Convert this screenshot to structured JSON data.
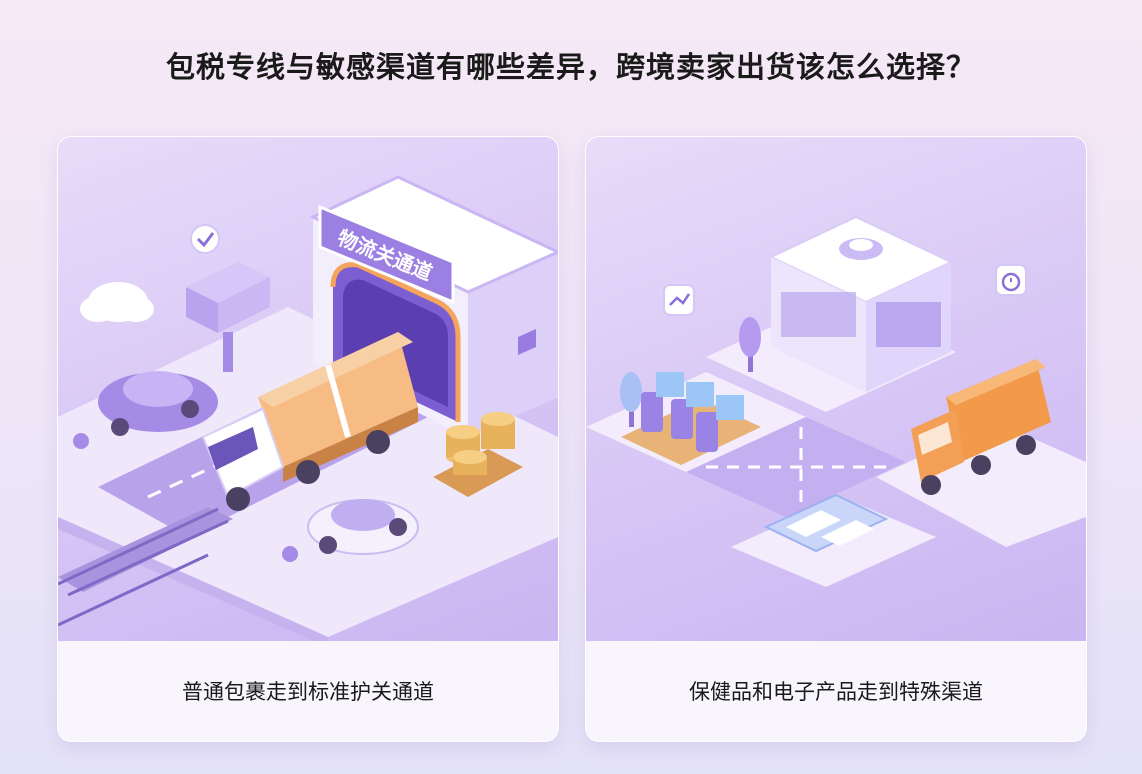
{
  "page": {
    "title": "包税专线与敏感渠道有哪些差异，跨境卖家出货该怎么选择？"
  },
  "left_card": {
    "sign_text": "物流关通道",
    "caption": "普通包裹走到标准护关通道"
  },
  "right_card": {
    "caption": "保健品和电子产品走到特殊渠道"
  },
  "colors": {
    "lavender": "#c9b3f4",
    "purple": "#9a7ce0",
    "orange_box": "#f2b27a",
    "container_orange": "#f29a4a",
    "coin_gold": "#e8b25c"
  }
}
